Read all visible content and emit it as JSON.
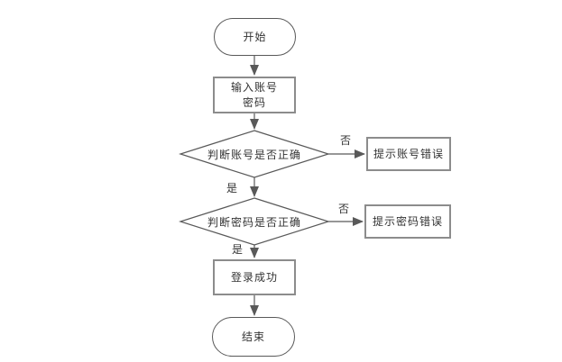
{
  "diagram": {
    "type": "flowchart",
    "colors": {
      "background": "#ffffff",
      "line": "#595959",
      "process_border": "#8c8c8c",
      "terminator_border": "#595959",
      "text": "#333333"
    },
    "nodes": {
      "start": {
        "type": "terminator",
        "label": "开始"
      },
      "input_credentials": {
        "type": "process",
        "label": "输入账号\n密码"
      },
      "check_account": {
        "type": "decision",
        "label": "判断账号是否正确"
      },
      "account_error": {
        "type": "process",
        "label": "提示账号错误"
      },
      "check_password": {
        "type": "decision",
        "label": "判断密码是否正确"
      },
      "password_error": {
        "type": "process",
        "label": "提示密码错误"
      },
      "login_success": {
        "type": "process",
        "label": "登录成功"
      },
      "end": {
        "type": "terminator",
        "label": "结束"
      }
    },
    "edge_labels": {
      "account_no": "否",
      "account_yes": "是",
      "password_no": "否",
      "password_yes": "是"
    }
  }
}
